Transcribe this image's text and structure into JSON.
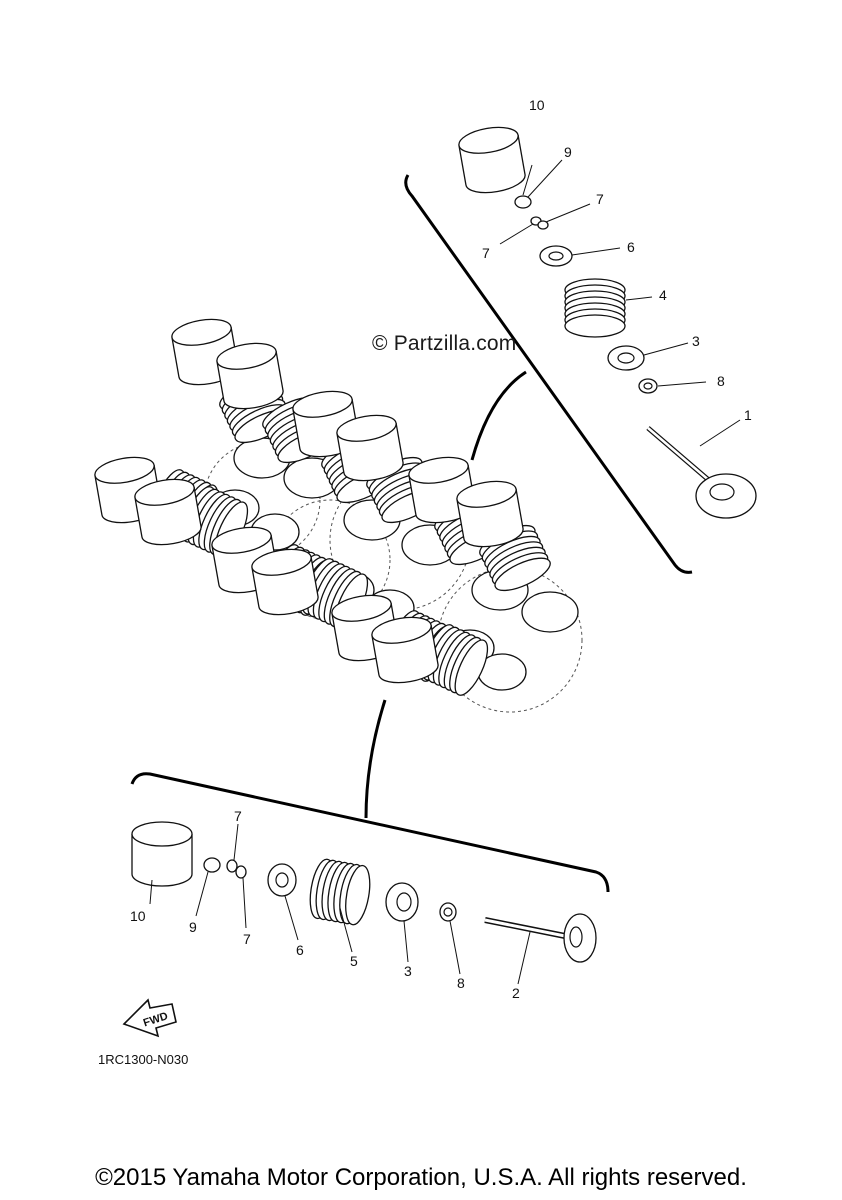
{
  "watermark": "© Partzilla.com",
  "diagram_code": "1RC1300-N030",
  "fwd_arrow": "FWD",
  "copyright": "©2015 Yamaha Motor Corporation, U.S.A. All rights reserved.",
  "callouts": {
    "intake": {
      "10": "10",
      "9": "9",
      "7a": "7",
      "7b": "7",
      "6": "6",
      "4": "4",
      "3": "3",
      "8": "8",
      "1": "1"
    },
    "exhaust": {
      "10": "10",
      "9": "9",
      "7a": "7",
      "7b": "7",
      "6": "6",
      "5": "5",
      "3": "3",
      "8": "8",
      "2": "2"
    }
  }
}
